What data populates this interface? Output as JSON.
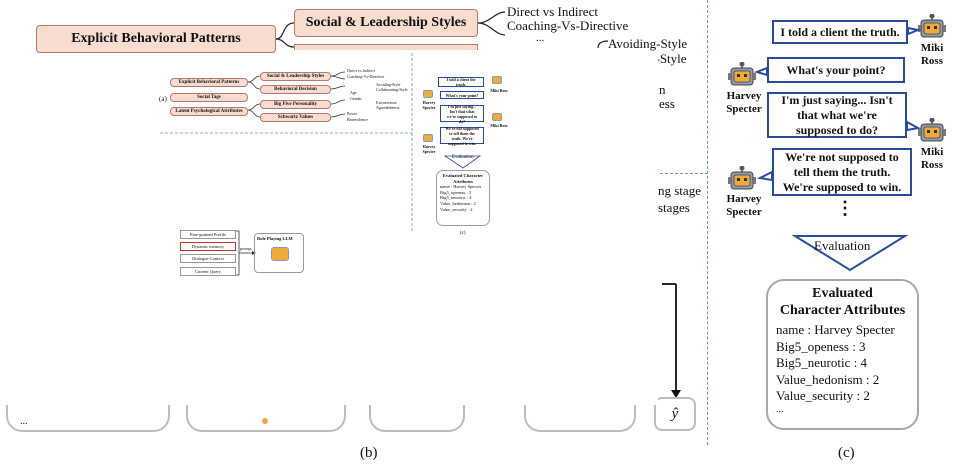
{
  "top": {
    "explicit": "Explicit Behavioral Patterns",
    "social": "Social & Leadership Styles",
    "direct": "Direct vs Indirect",
    "coaching": "Coaching-Vs-Directive",
    "ellipsis": "...",
    "avoiding": "Avoiding-Style",
    "partial1": "g-Style",
    "partial2": "n",
    "partial3": "ess",
    "partial4": "ng stage",
    "partial5": "stages",
    "yhat": "ŷ",
    "label_b": "(b)",
    "label_c": "(c)",
    "bottom_ellipsis": "..."
  },
  "inset": {
    "label_a": "(a)",
    "label_c": "(c)",
    "rows": [
      {
        "main": "Explicit Behavioral Patterns",
        "sub1": "Social & Leadership Styles",
        "sub2": "Behavioral Decision"
      },
      {
        "main": "Social Tags"
      },
      {
        "main": "Latent Psychological Attributes",
        "sub1": "Big Five Personality",
        "sub2": "Schwartz Values"
      }
    ],
    "leaf_text": [
      "Direct vs Indirect",
      "Coaching-Vs-Directive",
      "Avoiding-Style",
      "Collaborating-Style",
      "Age",
      "Gender",
      "Extraversion",
      "Agreeableness",
      "Power",
      "Benevolence"
    ],
    "mini_bubbles": [
      "I told a client the truth.",
      "What's your point?",
      "I'm just saying... Isn't that what we're supposed to do?",
      "We're not supposed to tell them the truth. We're supposed to win."
    ],
    "mini_names": [
      "Miki Ross",
      "Harvey Specter",
      "Miki Ross",
      "Harvey Specter"
    ],
    "evaluation": "Evaluation",
    "evaluated_title": "Evaluated Character Attributes",
    "evaluated_lines": [
      "name : Harvey Specter",
      "Big5_openess : 3",
      "Big5_neurotic : 4",
      "Value_hedonism : 2",
      "Value_security : 2"
    ],
    "prompt_items": [
      "Fine-grained Profile",
      "Dynamic memory",
      "Dialogue Context",
      "Current Query"
    ],
    "prompt_label": "prompt",
    "llm_label": "Role Playing LLM"
  },
  "dialogue": {
    "bubbles": [
      "I told a client the truth.",
      "What's your point?",
      "I'm just saying...  Isn't that what we're supposed to do?",
      "We're not supposed to tell them the truth. We're supposed to win."
    ],
    "names": [
      "Miki Ross",
      "Harvey Specter",
      "Miki Ross",
      "Harvey Specter"
    ],
    "vdots": "⋮",
    "evaluation": "Evaluation",
    "evaluated_title_1": "Evaluated",
    "evaluated_title_2": "Character Attributes",
    "attributes": [
      "name : Harvey Specter",
      "Big5_openess : 3",
      "Big5_neurotic : 4",
      "Value_hedonism : 2",
      "Value_security : 2",
      "..."
    ]
  },
  "colors": {
    "pill_fill": "#f7dccf",
    "pill_border": "#b77a6a",
    "bubble_border": "#2a4a9a",
    "dash": "#6f8fc8",
    "robot_face": "#f0a93a",
    "robot_body": "#8a9bb4"
  }
}
